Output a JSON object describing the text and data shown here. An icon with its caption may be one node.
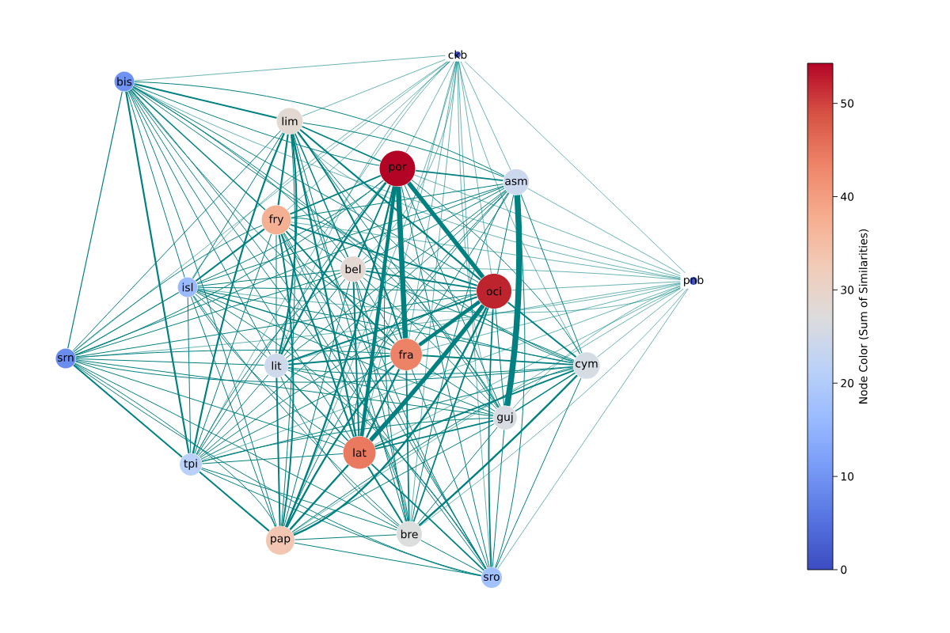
{
  "diagram": {
    "nodes": [
      {
        "text": [
          "ckb"
        ]
      },
      {
        "text": [
          "bis"
        ]
      },
      {
        "text": [
          "lim"
        ]
      },
      {
        "text": [
          "por"
        ]
      },
      {
        "text": [
          "asm"
        ]
      },
      {
        "text": [
          "fry"
        ]
      },
      {
        "text": [
          "bel"
        ]
      },
      {
        "text": [
          "isl"
        ]
      },
      {
        "text": [
          "oci"
        ]
      },
      {
        "text": [
          "pnb"
        ]
      },
      {
        "text": [
          "srn"
        ]
      },
      {
        "text": [
          "lit"
        ]
      },
      {
        "text": [
          "fra"
        ]
      },
      {
        "text": [
          "cym"
        ]
      },
      {
        "text": [
          "guj"
        ]
      },
      {
        "text": [
          "tpi"
        ]
      },
      {
        "text": [
          "lat"
        ]
      },
      {
        "text": [
          "pap"
        ]
      },
      {
        "text": [
          "bre"
        ]
      },
      {
        "text": [
          "sro"
        ]
      }
    ],
    "edges": [
      {
        "from": 0,
        "to": 1,
        "arrow": "none"
      },
      {
        "from": 0,
        "to": 2,
        "arrow": "none"
      },
      {
        "from": 0,
        "to": 3,
        "arrow": "none"
      },
      {
        "from": 0,
        "to": 4,
        "arrow": "none"
      },
      {
        "from": 0,
        "to": 5,
        "arrow": "none"
      },
      {
        "from": 0,
        "to": 6,
        "arrow": "none"
      },
      {
        "from": 0,
        "to": 7,
        "arrow": "none"
      },
      {
        "from": 0,
        "to": 8,
        "arrow": "none"
      },
      {
        "from": 0,
        "to": 9,
        "arrow": "none"
      },
      {
        "from": 0,
        "to": 10,
        "arrow": "none"
      },
      {
        "from": 0,
        "to": 11,
        "arrow": "none"
      },
      {
        "from": 0,
        "to": 12,
        "arrow": "none"
      },
      {
        "from": 0,
        "to": 13,
        "arrow": "none"
      },
      {
        "from": 0,
        "to": 14,
        "arrow": "none"
      },
      {
        "from": 0,
        "to": 15,
        "arrow": "none"
      },
      {
        "from": 0,
        "to": 16,
        "arrow": "none"
      },
      {
        "from": 0,
        "to": 17,
        "arrow": "none"
      },
      {
        "from": 0,
        "to": 18,
        "arrow": "none"
      },
      {
        "from": 0,
        "to": 19,
        "arrow": "none"
      },
      {
        "from": 1,
        "to": 2,
        "arrow": "none"
      },
      {
        "from": 1,
        "to": 3,
        "arrow": "none"
      },
      {
        "from": 1,
        "to": 4,
        "arrow": "none"
      },
      {
        "from": 1,
        "to": 5,
        "arrow": "none"
      },
      {
        "from": 1,
        "to": 6,
        "arrow": "none"
      },
      {
        "from": 1,
        "to": 7,
        "arrow": "none"
      },
      {
        "from": 1,
        "to": 8,
        "arrow": "none"
      },
      {
        "from": 1,
        "to": 9,
        "arrow": "none"
      },
      {
        "from": 1,
        "to": 10,
        "arrow": "none"
      },
      {
        "from": 1,
        "to": 11,
        "arrow": "none"
      },
      {
        "from": 1,
        "to": 12,
        "arrow": "none"
      },
      {
        "from": 1,
        "to": 13,
        "arrow": "none"
      },
      {
        "from": 1,
        "to": 14,
        "arrow": "none"
      },
      {
        "from": 1,
        "to": 15,
        "arrow": "none"
      },
      {
        "from": 1,
        "to": 16,
        "arrow": "none"
      },
      {
        "from": 1,
        "to": 17,
        "arrow": "none"
      },
      {
        "from": 1,
        "to": 18,
        "arrow": "none"
      },
      {
        "from": 1,
        "to": 19,
        "arrow": "none"
      },
      {
        "from": 2,
        "to": 3,
        "arrow": "none"
      },
      {
        "from": 2,
        "to": 4,
        "arrow": "none"
      },
      {
        "from": 2,
        "to": 5,
        "arrow": "none"
      },
      {
        "from": 2,
        "to": 6,
        "arrow": "none"
      },
      {
        "from": 2,
        "to": 7,
        "arrow": "none"
      },
      {
        "from": 2,
        "to": 8,
        "arrow": "none"
      },
      {
        "from": 2,
        "to": 9,
        "arrow": "none"
      },
      {
        "from": 2,
        "to": 10,
        "arrow": "none"
      },
      {
        "from": 2,
        "to": 11,
        "arrow": "none"
      },
      {
        "from": 2,
        "to": 12,
        "arrow": "none"
      },
      {
        "from": 2,
        "to": 13,
        "arrow": "none"
      },
      {
        "from": 2,
        "to": 14,
        "arrow": "none"
      },
      {
        "from": 2,
        "to": 15,
        "arrow": "none"
      },
      {
        "from": 2,
        "to": 16,
        "arrow": "none"
      },
      {
        "from": 2,
        "to": 17,
        "arrow": "none"
      },
      {
        "from": 2,
        "to": 18,
        "arrow": "none"
      },
      {
        "from": 2,
        "to": 19,
        "arrow": "none"
      },
      {
        "from": 3,
        "to": 4,
        "arrow": "none"
      },
      {
        "from": 3,
        "to": 5,
        "arrow": "none"
      },
      {
        "from": 3,
        "to": 6,
        "arrow": "none"
      },
      {
        "from": 3,
        "to": 7,
        "arrow": "none"
      },
      {
        "from": 3,
        "to": 8,
        "arrow": "none",
        "style": "thick"
      },
      {
        "from": 3,
        "to": 9,
        "arrow": "none"
      },
      {
        "from": 3,
        "to": 10,
        "arrow": "none"
      },
      {
        "from": 3,
        "to": 11,
        "arrow": "none"
      },
      {
        "from": 3,
        "to": 12,
        "arrow": "none",
        "style": "thick"
      },
      {
        "from": 3,
        "to": 13,
        "arrow": "none"
      },
      {
        "from": 3,
        "to": 14,
        "arrow": "none"
      },
      {
        "from": 3,
        "to": 15,
        "arrow": "none"
      },
      {
        "from": 3,
        "to": 16,
        "arrow": "none",
        "style": "thick"
      },
      {
        "from": 3,
        "to": 17,
        "arrow": "none"
      },
      {
        "from": 3,
        "to": 18,
        "arrow": "none"
      },
      {
        "from": 3,
        "to": 19,
        "arrow": "none"
      },
      {
        "from": 4,
        "to": 5,
        "arrow": "none"
      },
      {
        "from": 4,
        "to": 6,
        "arrow": "none"
      },
      {
        "from": 4,
        "to": 7,
        "arrow": "none"
      },
      {
        "from": 4,
        "to": 8,
        "arrow": "none"
      },
      {
        "from": 4,
        "to": 9,
        "arrow": "none"
      },
      {
        "from": 4,
        "to": 10,
        "arrow": "none"
      },
      {
        "from": 4,
        "to": 11,
        "arrow": "none"
      },
      {
        "from": 4,
        "to": 12,
        "arrow": "none"
      },
      {
        "from": 4,
        "to": 13,
        "arrow": "none"
      },
      {
        "from": 4,
        "to": 14,
        "arrow": "none",
        "style": "thick"
      },
      {
        "from": 4,
        "to": 15,
        "arrow": "none"
      },
      {
        "from": 4,
        "to": 16,
        "arrow": "none"
      },
      {
        "from": 4,
        "to": 17,
        "arrow": "none"
      },
      {
        "from": 4,
        "to": 18,
        "arrow": "none"
      },
      {
        "from": 4,
        "to": 19,
        "arrow": "none"
      },
      {
        "from": 5,
        "to": 6,
        "arrow": "none"
      },
      {
        "from": 5,
        "to": 7,
        "arrow": "none"
      },
      {
        "from": 5,
        "to": 8,
        "arrow": "none"
      },
      {
        "from": 5,
        "to": 9,
        "arrow": "none"
      },
      {
        "from": 5,
        "to": 10,
        "arrow": "none"
      },
      {
        "from": 5,
        "to": 11,
        "arrow": "none"
      },
      {
        "from": 5,
        "to": 12,
        "arrow": "none"
      },
      {
        "from": 5,
        "to": 13,
        "arrow": "none"
      },
      {
        "from": 5,
        "to": 14,
        "arrow": "none"
      },
      {
        "from": 5,
        "to": 15,
        "arrow": "none"
      },
      {
        "from": 5,
        "to": 16,
        "arrow": "none"
      },
      {
        "from": 5,
        "to": 17,
        "arrow": "none"
      },
      {
        "from": 5,
        "to": 18,
        "arrow": "none"
      },
      {
        "from": 5,
        "to": 19,
        "arrow": "none"
      },
      {
        "from": 6,
        "to": 7,
        "arrow": "none"
      },
      {
        "from": 6,
        "to": 8,
        "arrow": "none"
      },
      {
        "from": 6,
        "to": 9,
        "arrow": "none"
      },
      {
        "from": 6,
        "to": 10,
        "arrow": "none"
      },
      {
        "from": 6,
        "to": 11,
        "arrow": "none"
      },
      {
        "from": 6,
        "to": 12,
        "arrow": "none"
      },
      {
        "from": 6,
        "to": 13,
        "arrow": "none"
      },
      {
        "from": 6,
        "to": 14,
        "arrow": "none"
      },
      {
        "from": 6,
        "to": 15,
        "arrow": "none"
      },
      {
        "from": 6,
        "to": 16,
        "arrow": "none"
      },
      {
        "from": 6,
        "to": 17,
        "arrow": "none"
      },
      {
        "from": 6,
        "to": 18,
        "arrow": "none"
      },
      {
        "from": 6,
        "to": 19,
        "arrow": "none"
      },
      {
        "from": 7,
        "to": 8,
        "arrow": "none"
      },
      {
        "from": 7,
        "to": 9,
        "arrow": "none"
      },
      {
        "from": 7,
        "to": 10,
        "arrow": "none"
      },
      {
        "from": 7,
        "to": 11,
        "arrow": "none"
      },
      {
        "from": 7,
        "to": 12,
        "arrow": "none"
      },
      {
        "from": 7,
        "to": 13,
        "arrow": "none"
      },
      {
        "from": 7,
        "to": 14,
        "arrow": "none"
      },
      {
        "from": 7,
        "to": 15,
        "arrow": "none"
      },
      {
        "from": 7,
        "to": 16,
        "arrow": "none"
      },
      {
        "from": 7,
        "to": 17,
        "arrow": "none"
      },
      {
        "from": 7,
        "to": 18,
        "arrow": "none"
      },
      {
        "from": 7,
        "to": 19,
        "arrow": "none"
      },
      {
        "from": 8,
        "to": 9,
        "arrow": "none"
      },
      {
        "from": 8,
        "to": 10,
        "arrow": "none"
      },
      {
        "from": 8,
        "to": 11,
        "arrow": "none"
      },
      {
        "from": 8,
        "to": 12,
        "arrow": "none",
        "style": "thick"
      },
      {
        "from": 8,
        "to": 13,
        "arrow": "none"
      },
      {
        "from": 8,
        "to": 14,
        "arrow": "none"
      },
      {
        "from": 8,
        "to": 15,
        "arrow": "none"
      },
      {
        "from": 8,
        "to": 16,
        "arrow": "none",
        "style": "thick"
      },
      {
        "from": 8,
        "to": 17,
        "arrow": "none"
      },
      {
        "from": 8,
        "to": 18,
        "arrow": "none"
      },
      {
        "from": 8,
        "to": 19,
        "arrow": "none"
      },
      {
        "from": 9,
        "to": 10,
        "arrow": "none"
      },
      {
        "from": 9,
        "to": 11,
        "arrow": "none"
      },
      {
        "from": 9,
        "to": 12,
        "arrow": "none"
      },
      {
        "from": 9,
        "to": 13,
        "arrow": "none"
      },
      {
        "from": 9,
        "to": 14,
        "arrow": "none"
      },
      {
        "from": 9,
        "to": 15,
        "arrow": "none"
      },
      {
        "from": 9,
        "to": 16,
        "arrow": "none"
      },
      {
        "from": 9,
        "to": 17,
        "arrow": "none"
      },
      {
        "from": 9,
        "to": 18,
        "arrow": "none"
      },
      {
        "from": 9,
        "to": 19,
        "arrow": "none"
      },
      {
        "from": 10,
        "to": 11,
        "arrow": "none"
      },
      {
        "from": 10,
        "to": 12,
        "arrow": "none"
      },
      {
        "from": 10,
        "to": 13,
        "arrow": "none"
      },
      {
        "from": 10,
        "to": 14,
        "arrow": "none"
      },
      {
        "from": 10,
        "to": 15,
        "arrow": "none"
      },
      {
        "from": 10,
        "to": 16,
        "arrow": "none"
      },
      {
        "from": 10,
        "to": 17,
        "arrow": "none"
      },
      {
        "from": 10,
        "to": 18,
        "arrow": "none"
      },
      {
        "from": 10,
        "to": 19,
        "arrow": "none"
      },
      {
        "from": 11,
        "to": 12,
        "arrow": "none"
      },
      {
        "from": 11,
        "to": 13,
        "arrow": "none"
      },
      {
        "from": 11,
        "to": 14,
        "arrow": "none"
      },
      {
        "from": 11,
        "to": 15,
        "arrow": "none"
      },
      {
        "from": 11,
        "to": 16,
        "arrow": "none"
      },
      {
        "from": 11,
        "to": 17,
        "arrow": "none"
      },
      {
        "from": 11,
        "to": 18,
        "arrow": "none"
      },
      {
        "from": 11,
        "to": 19,
        "arrow": "none"
      },
      {
        "from": 12,
        "to": 13,
        "arrow": "none"
      },
      {
        "from": 12,
        "to": 14,
        "arrow": "none"
      },
      {
        "from": 12,
        "to": 15,
        "arrow": "none"
      },
      {
        "from": 12,
        "to": 16,
        "arrow": "none"
      },
      {
        "from": 12,
        "to": 17,
        "arrow": "none"
      },
      {
        "from": 12,
        "to": 18,
        "arrow": "none"
      },
      {
        "from": 12,
        "to": 19,
        "arrow": "none"
      },
      {
        "from": 13,
        "to": 14,
        "arrow": "none"
      },
      {
        "from": 13,
        "to": 15,
        "arrow": "none"
      },
      {
        "from": 13,
        "to": 16,
        "arrow": "none"
      },
      {
        "from": 13,
        "to": 17,
        "arrow": "none"
      },
      {
        "from": 13,
        "to": 18,
        "arrow": "none"
      },
      {
        "from": 13,
        "to": 19,
        "arrow": "none"
      },
      {
        "from": 14,
        "to": 15,
        "arrow": "none"
      },
      {
        "from": 14,
        "to": 16,
        "arrow": "none"
      },
      {
        "from": 14,
        "to": 17,
        "arrow": "none"
      },
      {
        "from": 14,
        "to": 18,
        "arrow": "none"
      },
      {
        "from": 14,
        "to": 19,
        "arrow": "none"
      },
      {
        "from": 15,
        "to": 16,
        "arrow": "none"
      },
      {
        "from": 15,
        "to": 17,
        "arrow": "none"
      },
      {
        "from": 15,
        "to": 18,
        "arrow": "none"
      },
      {
        "from": 15,
        "to": 19,
        "arrow": "none"
      },
      {
        "from": 16,
        "to": 17,
        "arrow": "none"
      },
      {
        "from": 16,
        "to": 18,
        "arrow": "none"
      },
      {
        "from": 16,
        "to": 19,
        "arrow": "none"
      },
      {
        "from": 17,
        "to": 18,
        "arrow": "none"
      },
      {
        "from": 17,
        "to": 19,
        "arrow": "none"
      },
      {
        "from": 18,
        "to": 19,
        "arrow": "none"
      }
    ],
    "labels": [
      "0",
      "10",
      "20",
      "30",
      "40",
      "50",
      "Node Color (Sum of Similarities)"
    ]
  }
}
